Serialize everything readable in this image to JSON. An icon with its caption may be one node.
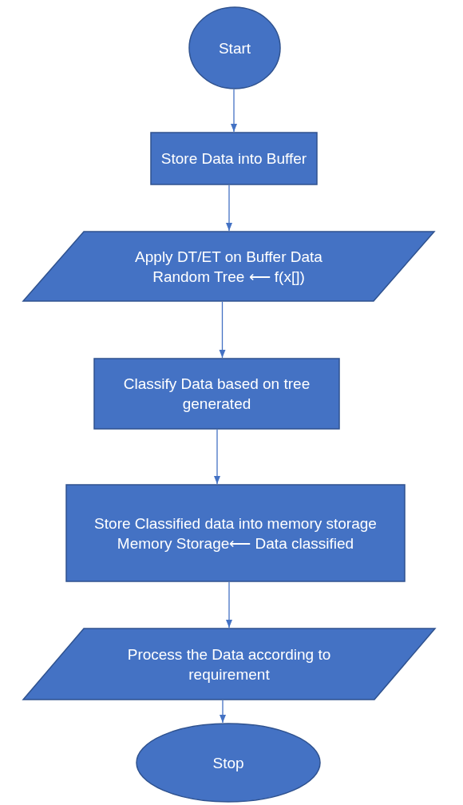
{
  "diagram": {
    "nodes": [
      {
        "text": [
          "Start"
        ]
      },
      {
        "text": [
          "Store Data into Buffer"
        ]
      },
      {
        "text": [
          "Apply DT/ET on Buffer Data",
          "Random Tree ⟵ f(x[])"
        ]
      },
      {
        "text": [
          "Classify Data based on tree generated"
        ]
      },
      {
        "text": [
          "Store Classified data into memory storage",
          "Memory Storage⟵ Data classified"
        ]
      },
      {
        "text": [
          "Process the Data according to requirement"
        ]
      },
      {
        "text": [
          "Stop"
        ]
      }
    ],
    "edges": [
      {
        "from": 0,
        "to": 1,
        "arrow": "to"
      },
      {
        "from": 1,
        "to": 2,
        "arrow": "to"
      },
      {
        "from": 2,
        "to": 3,
        "arrow": "to"
      },
      {
        "from": 3,
        "to": 4,
        "arrow": "to"
      },
      {
        "from": 4,
        "to": 5,
        "arrow": "to"
      },
      {
        "from": 5,
        "to": 6,
        "arrow": "to"
      }
    ]
  }
}
